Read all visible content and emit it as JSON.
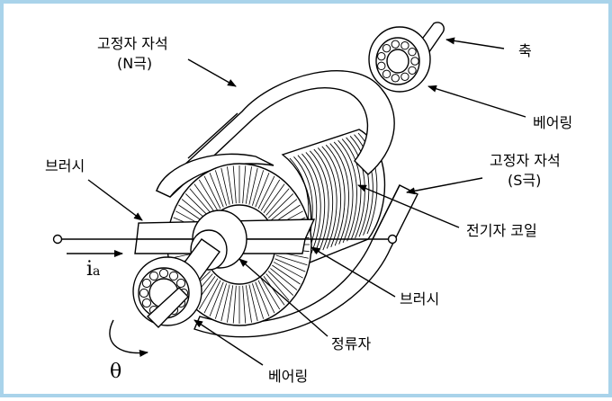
{
  "labels": {
    "fixed_magnet_n": "고정자 자석",
    "n_pole": "(N극)",
    "shaft": "축",
    "bearing_top": "베어링",
    "fixed_magnet_s": "고정자 자석",
    "s_pole": "(S극)",
    "armature_coil": "전기자 코일",
    "brush_left": "브러시",
    "brush_right": "브러시",
    "commutator": "정류자",
    "bearing_bottom": "베어링",
    "current_symbol": "i",
    "current_subscript": "a",
    "angle_symbol": "θ"
  },
  "colors": {
    "frame_border": "#a9d3ea",
    "line": "#000000",
    "background": "#ffffff"
  }
}
